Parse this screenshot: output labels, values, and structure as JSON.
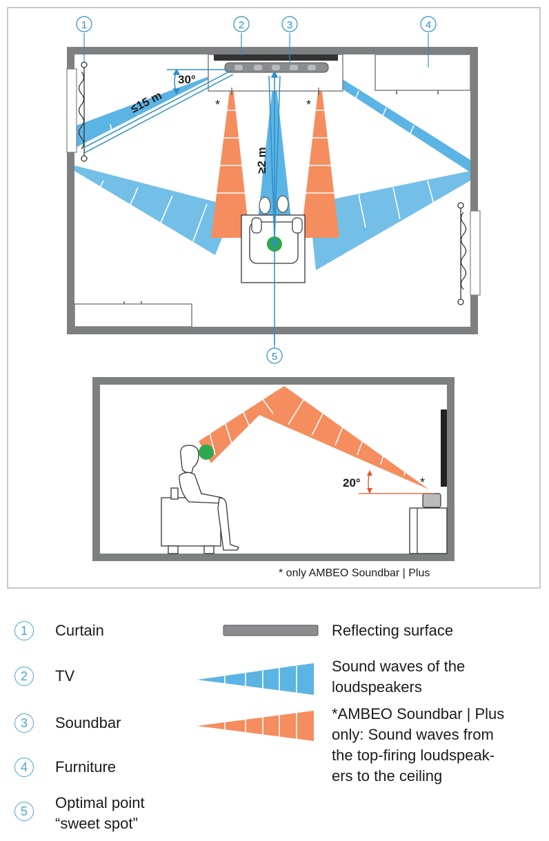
{
  "callouts": [
    "1",
    "2",
    "3",
    "4",
    "5"
  ],
  "top_view": {
    "angle_label": "30°",
    "distance_diag": "≤15 m",
    "distance_front": "≥2 m",
    "asterisk": "*"
  },
  "side_view": {
    "angle_label": "20°",
    "asterisk": "*"
  },
  "footnote": "* only AMBEO Soundbar | Plus",
  "legend": {
    "items": [
      {
        "number": "1",
        "label": "Curtain"
      },
      {
        "number": "2",
        "label": "TV"
      },
      {
        "number": "3",
        "label": "Soundbar"
      },
      {
        "number": "4",
        "label": "Furniture"
      },
      {
        "number": "5",
        "label": "Optimal point\n“sweet spot”"
      }
    ],
    "symbols": [
      {
        "label": "Reflecting surface"
      },
      {
        "label": "Sound waves of the\nloudspeakers"
      },
      {
        "label": "*AMBEO Soundbar | Plus\nonly: Sound waves from\nthe top-firing loudspeak-\ners to the ceiling"
      }
    ]
  },
  "colors": {
    "blue": "#5bb4e3",
    "orange": "#f58d5e",
    "green": "#2fa84f",
    "callout": "#4aa3d6",
    "wall": "#7d7f80",
    "surface": "#8a8c8d"
  }
}
